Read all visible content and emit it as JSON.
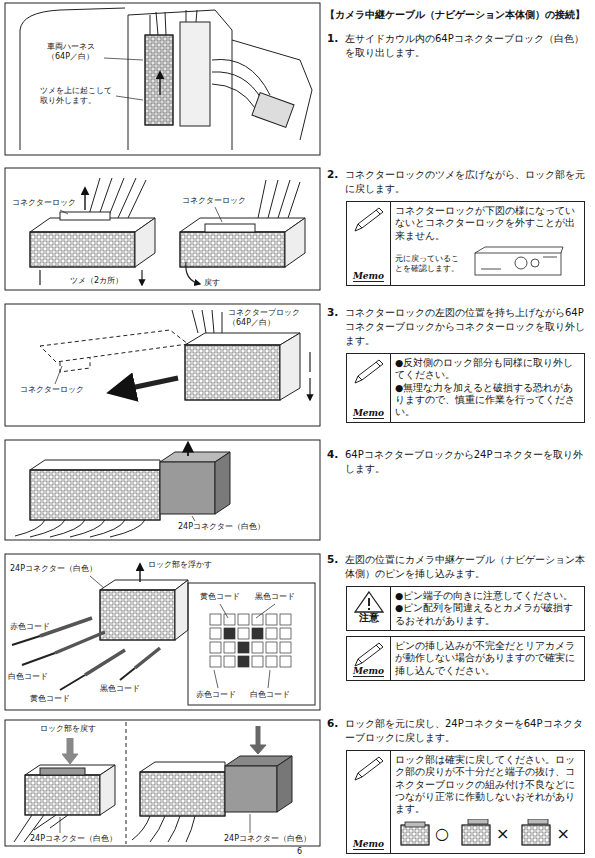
{
  "diagram": {
    "title": "【カメラ中継ケーブル（ナビゲーション本体側）の接続】",
    "nodes": [
      {
        "text": [
          "Memo",
          "コネクターロックが下図の様になっていないとコネクターロックを外すことが出来ません。",
          "元に戻っていることを確認します。"
        ]
      },
      {
        "text": [
          "Memo",
          "●反対側のロック部分も同様に取り外してください。",
          "●無理な力を加えると破損する恐れがありますので、慎重に作業を行ってください。"
        ]
      },
      {
        "text": [
          "注意",
          "●ピン端子の向きに注意してください。",
          "●ピン配列を間違えるとカメラが破損するおそれがあります。"
        ]
      },
      {
        "text": [
          "Memo",
          "ピンの挿し込みが不完全だとリアカメラが動作しない場合がありますので確実に挿し込んでください。"
        ]
      },
      {
        "text": [
          "Memo",
          "ロック部は確実に戻してください。ロック部の戻りが不十分だと端子の抜け、コネクターブロックの組み付け不良などにつながり正常に作動しないおそれがあります。",
          "○",
          "×",
          "×"
        ]
      }
    ],
    "labels": [
      "1.",
      "左サイドカウル内の64Pコネクターブロック（白色）を取り出します。",
      "2.",
      "コネクターロックのツメを広げながら、ロック部を元に戻します。",
      "3.",
      "コネクターロックの左図の位置を持ち上げながら64Pコネクターブロックからコネクターロックを取り外します。",
      "4.",
      "64Pコネクターブロックから24Pコネクターを取り外します。",
      "5.",
      "左図の位置にカメラ中継ケーブル（ナビゲーション本体側）のピンを挿し込みます。",
      "6.",
      "ロック部を元に戻し、24Pコネクターを64Pコネクターブロックに戻します。",
      "車両ハーネス （64P／白）",
      "ツメを上に起こして 取り外します。",
      "コネクターロック",
      "ツメ（2カ所）",
      "コネクターロック",
      "戻す",
      "コネクターブロック （64P／白）",
      "コネクターロック",
      "24Pコネクター（白色）",
      "24Pコネクター（白色）",
      "ロック部を浮かす",
      "赤色コード",
      "白色コード",
      "黄色コード",
      "黒色コード",
      "黄色コード",
      "黒色コード",
      "赤色コード",
      "白色コード",
      "ロック部を戻す",
      "24Pコネクター（白色）",
      "24Pコネクター（白色）",
      "6"
    ]
  }
}
